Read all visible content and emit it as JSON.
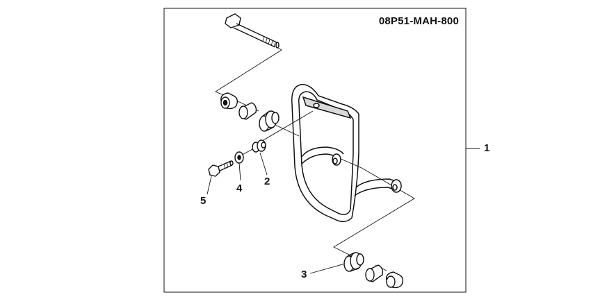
{
  "diagram": {
    "part_number": "08P51-MAH-800",
    "callouts": [
      {
        "id": "1",
        "label": "1"
      },
      {
        "id": "2",
        "label": "2"
      },
      {
        "id": "3",
        "label": "3"
      },
      {
        "id": "4",
        "label": "4"
      },
      {
        "id": "5",
        "label": "5"
      }
    ],
    "colors": {
      "line": "#111111",
      "background": "#ffffff",
      "shade": "#d9d9d9"
    }
  }
}
